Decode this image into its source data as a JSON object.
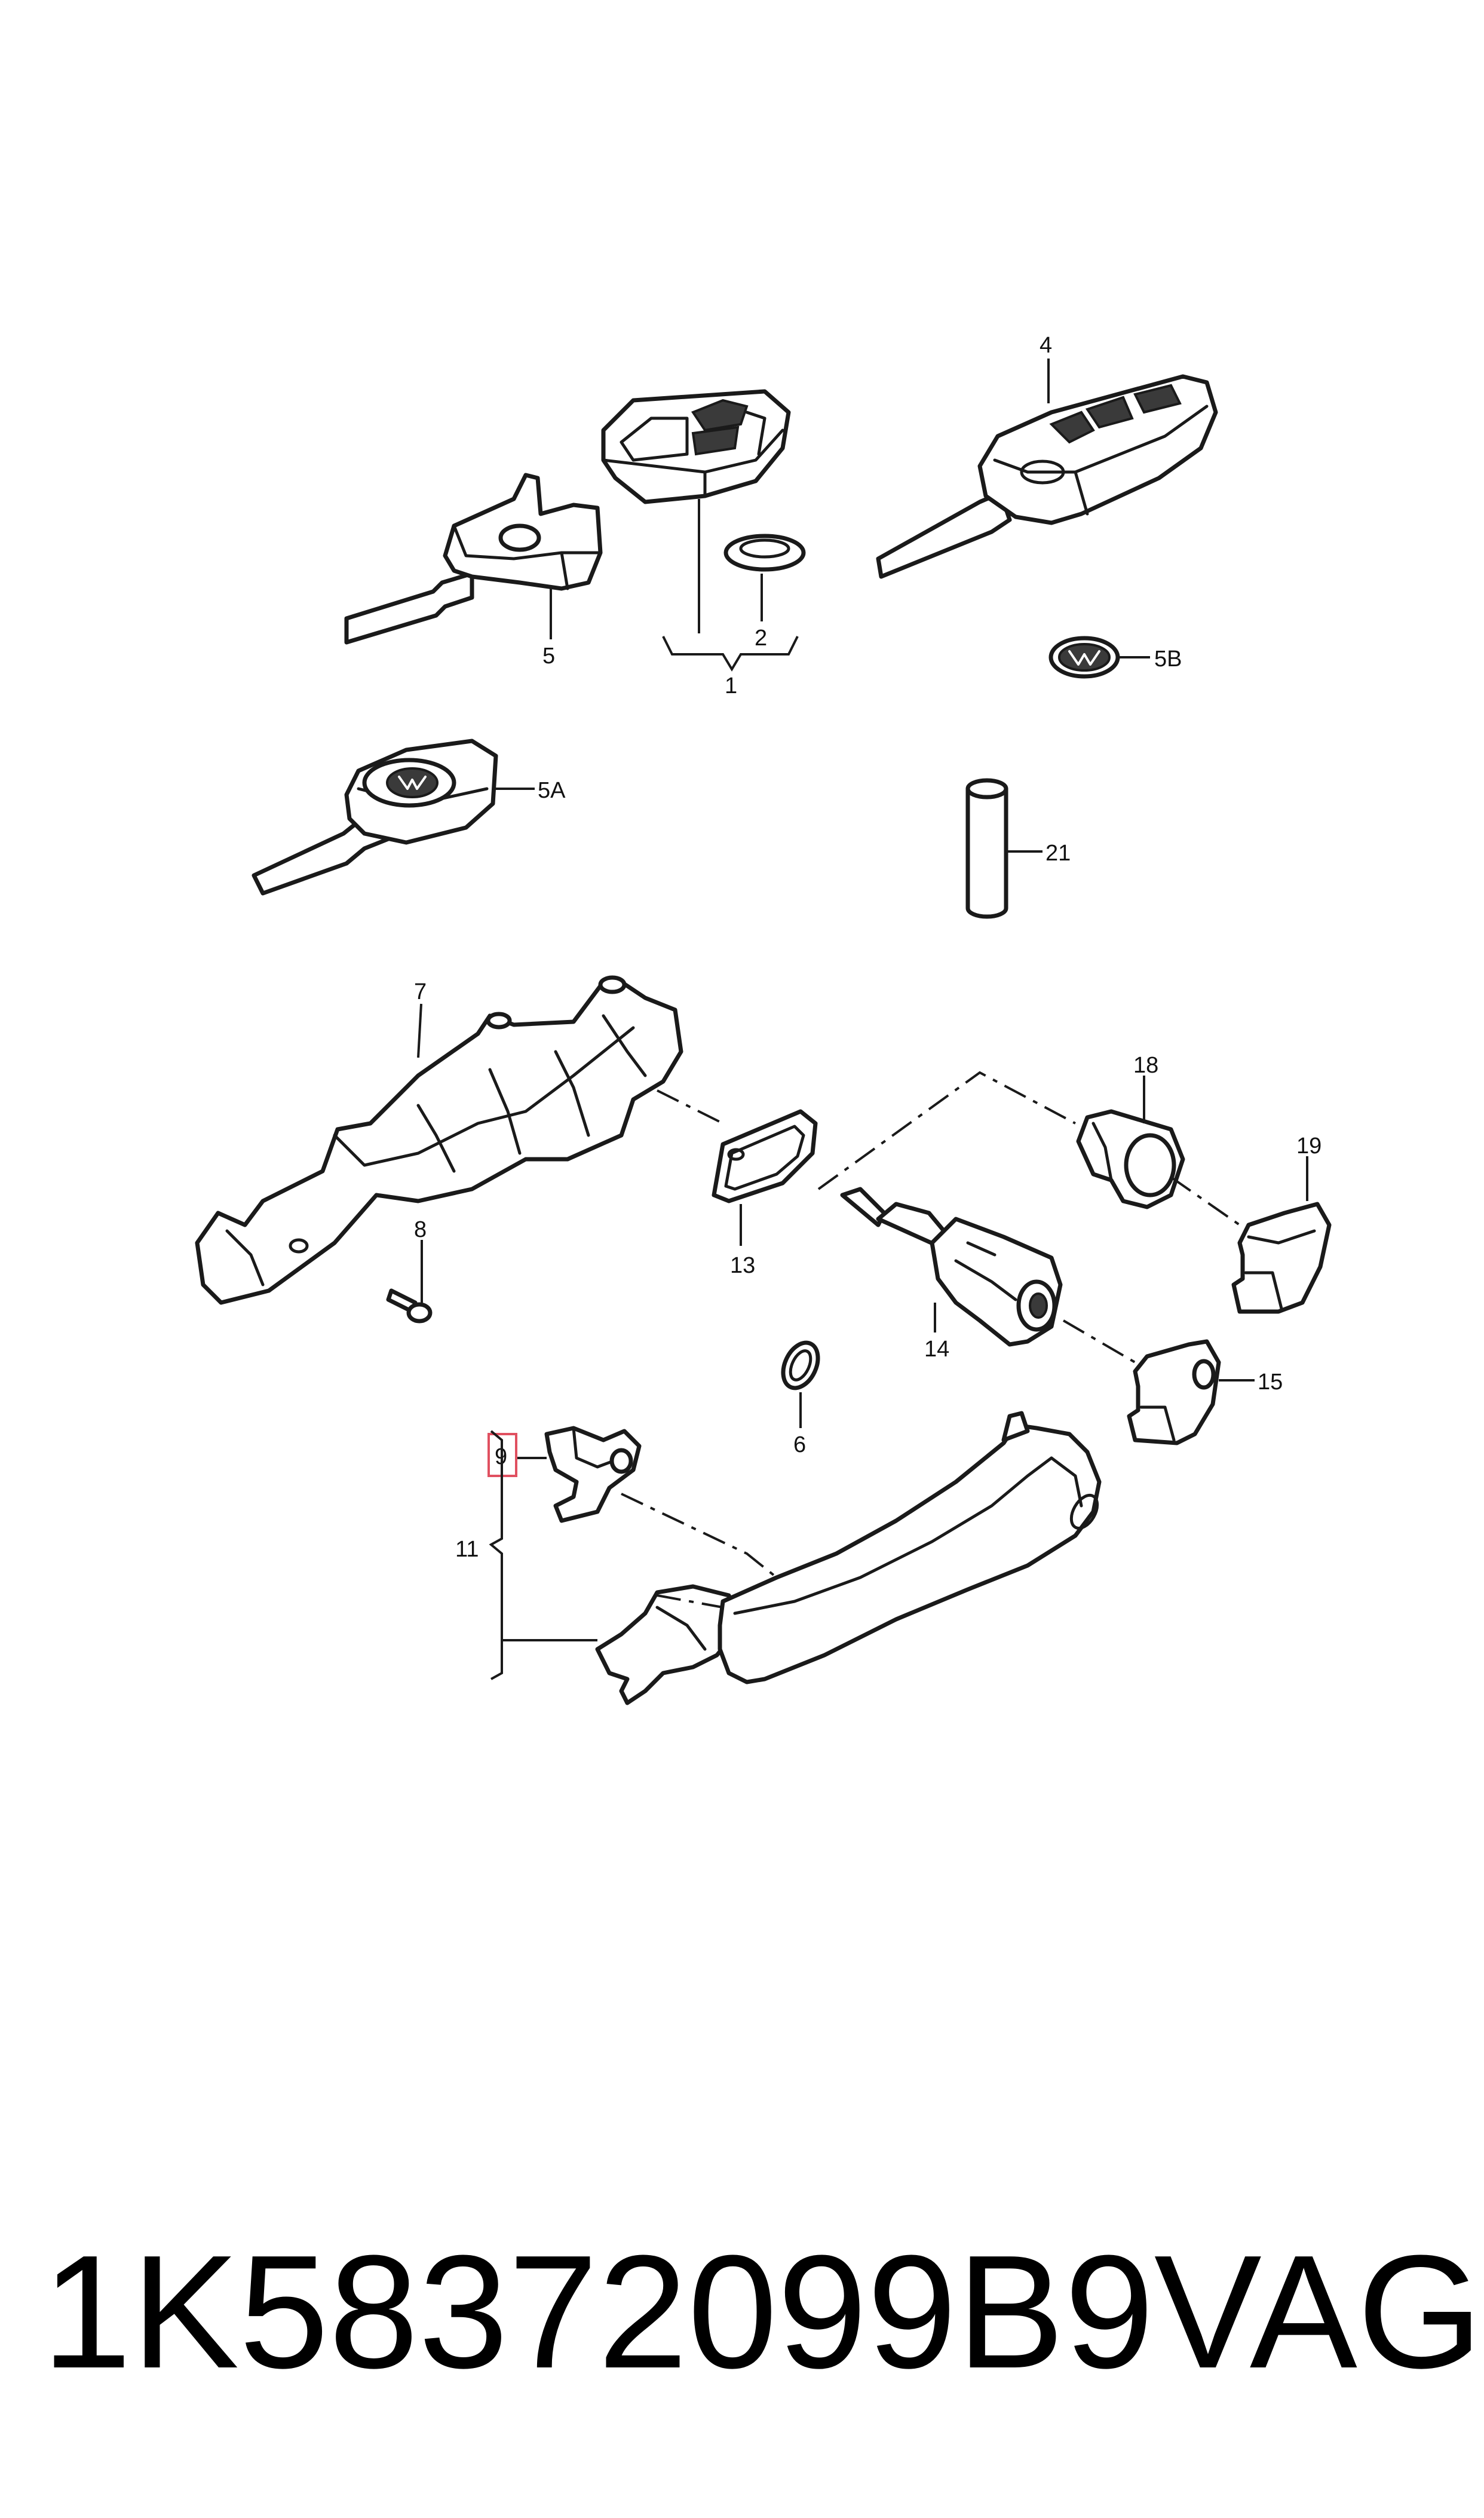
{
  "colors": {
    "line": "#1a1a1a",
    "highlight": "#e05060",
    "background": "#ffffff"
  },
  "callouts": {
    "c1": "1",
    "c2": "2",
    "c4": "4",
    "c5": "5",
    "c5A": "5A",
    "c5B": "5B",
    "c6": "6",
    "c7": "7",
    "c8": "8",
    "c9": "9",
    "c11": "11",
    "c13": "13",
    "c14": "14",
    "c15": "15",
    "c18": "18",
    "c19": "19",
    "c21": "21"
  },
  "caption": {
    "part_number": "1K58372099B9",
    "brand": "VAG"
  }
}
